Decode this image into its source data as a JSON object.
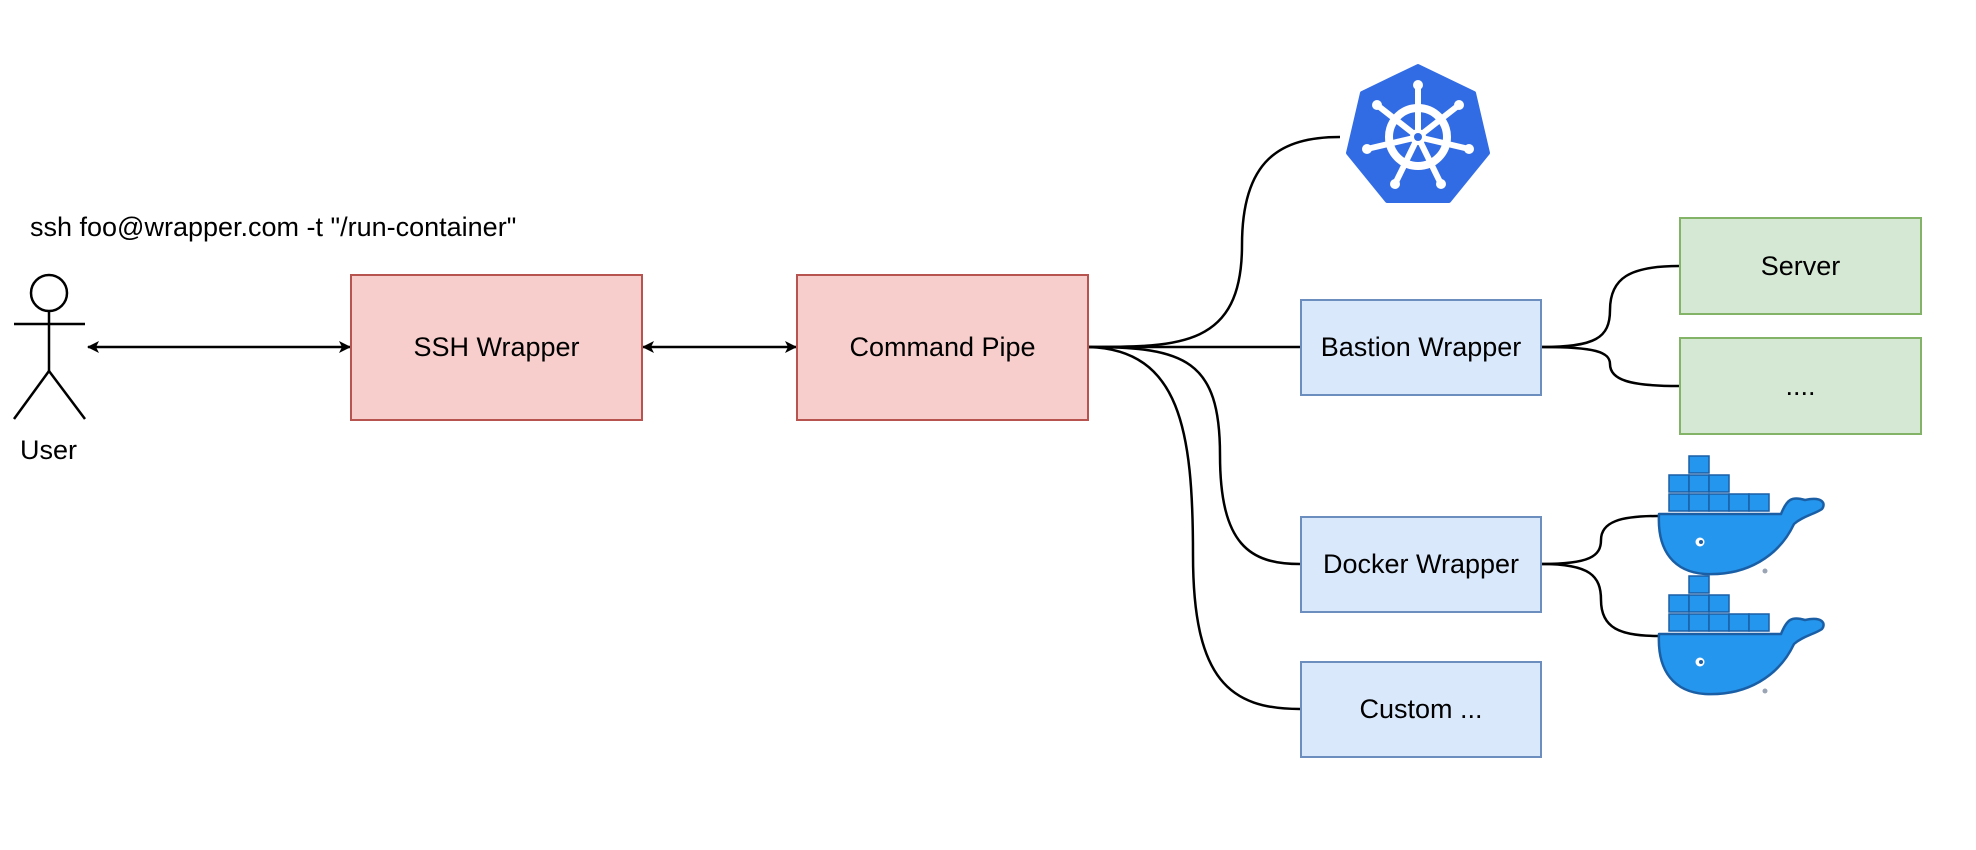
{
  "command": "ssh foo@wrapper.com -t \"/run-container\"",
  "actor": {
    "label": "User",
    "icon": "stick-figure-icon"
  },
  "nodes": {
    "ssh_wrapper": "SSH Wrapper",
    "command_pipe": "Command Pipe",
    "bastion_wrapper": "Bastion Wrapper",
    "docker_wrapper": "Docker Wrapper",
    "custom": "Custom ...",
    "server": "Server",
    "more_servers": "...."
  },
  "icons": {
    "kubernetes": "kubernetes-icon",
    "docker_1": "docker-whale-icon",
    "docker_2": "docker-whale-icon"
  },
  "colors": {
    "red_fill": "#f8cecc",
    "red_stroke": "#b85450",
    "blue_fill": "#dae8fc",
    "blue_stroke": "#6c8ebf",
    "green_fill": "#d5e8d4",
    "green_stroke": "#82b366",
    "kubernetes": "#326ce5",
    "docker": "#2496ed",
    "docker_dark": "#1a5fa6",
    "line": "#000000"
  }
}
